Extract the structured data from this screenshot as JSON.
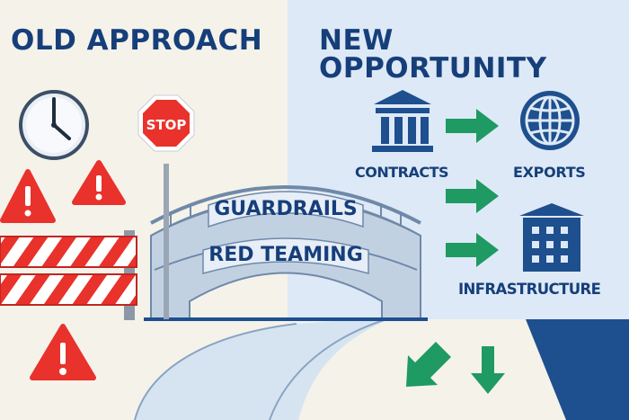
{
  "headings": {
    "left": "OLD APPROACH",
    "right": "NEW OPPORTUNITY"
  },
  "signs": {
    "stop": "STOP"
  },
  "bridge": {
    "top_banner": "GUARDRAILS",
    "bottom_banner": "RED TEAMING"
  },
  "opportunities": {
    "contracts": "CONTRACTS",
    "exports": "EXPORTS",
    "infrastructure": "INFRASTRUCTURE"
  },
  "colors": {
    "navy": "#163f7a",
    "warning_red": "#e8322b",
    "green_arrow": "#1f9a63",
    "left_background": "#f5f2ea",
    "right_background": "#dde9f6"
  }
}
